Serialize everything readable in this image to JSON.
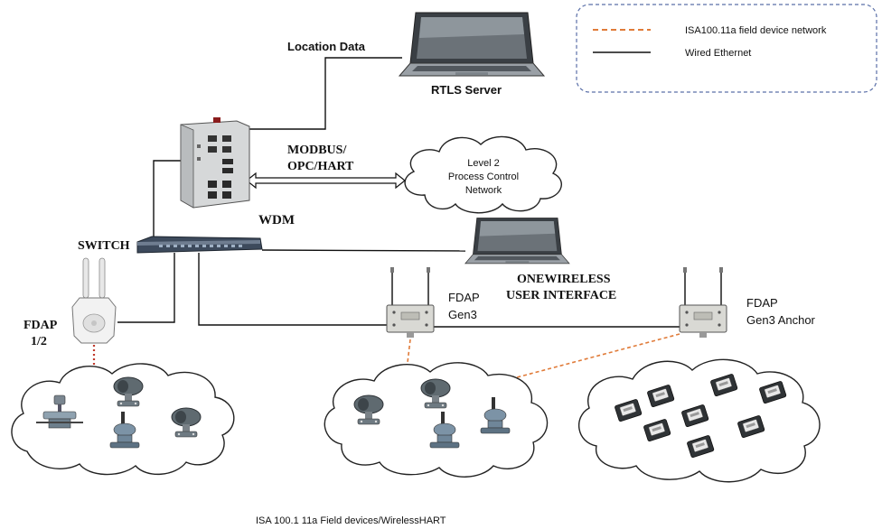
{
  "legend": {
    "wireless_label": "ISA100.11a field device network",
    "wired_label": "Wired Ethernet"
  },
  "labels": {
    "location_data": "Location Data",
    "rtls_server": "RTLS Server",
    "modbus_line1": "MODBUS/",
    "modbus_line2": "OPC/HART",
    "level2_line1": "Level 2",
    "level2_line2": "Process Control",
    "level2_line3": "Network",
    "wdm": "WDM",
    "switch": "SWITCH",
    "onewireless_line1": "ONEWIRELESS",
    "onewireless_line2": "USER INTERFACE",
    "fdap12_line1": "FDAP",
    "fdap12_line2": "1/2",
    "fdap_gen3_line1": "FDAP",
    "fdap_gen3_line2": "Gen3",
    "fdap_anchor_line1": "FDAP",
    "fdap_anchor_line2": "Gen3 Anchor",
    "footer": "ISA 100.1 11a Field devices/WirelessHART"
  },
  "colors": {
    "wired": "#111111",
    "wireless_orange": "#e07b39",
    "wireless_red": "#c0392b",
    "legend_border": "#5a6fa8",
    "cloud_stroke": "#222222"
  },
  "icons": {
    "rtls_server": "laptop-icon",
    "ui_laptop": "laptop-icon",
    "wdm": "industrial-controller-icon",
    "switch": "network-switch-icon",
    "fdap12": "access-point-icon",
    "fdap_gen3": "wireless-gateway-icon",
    "fdap_anchor": "wireless-gateway-icon",
    "field_devices": "field-transmitter-icon",
    "location_tags": "location-tag-icon"
  }
}
